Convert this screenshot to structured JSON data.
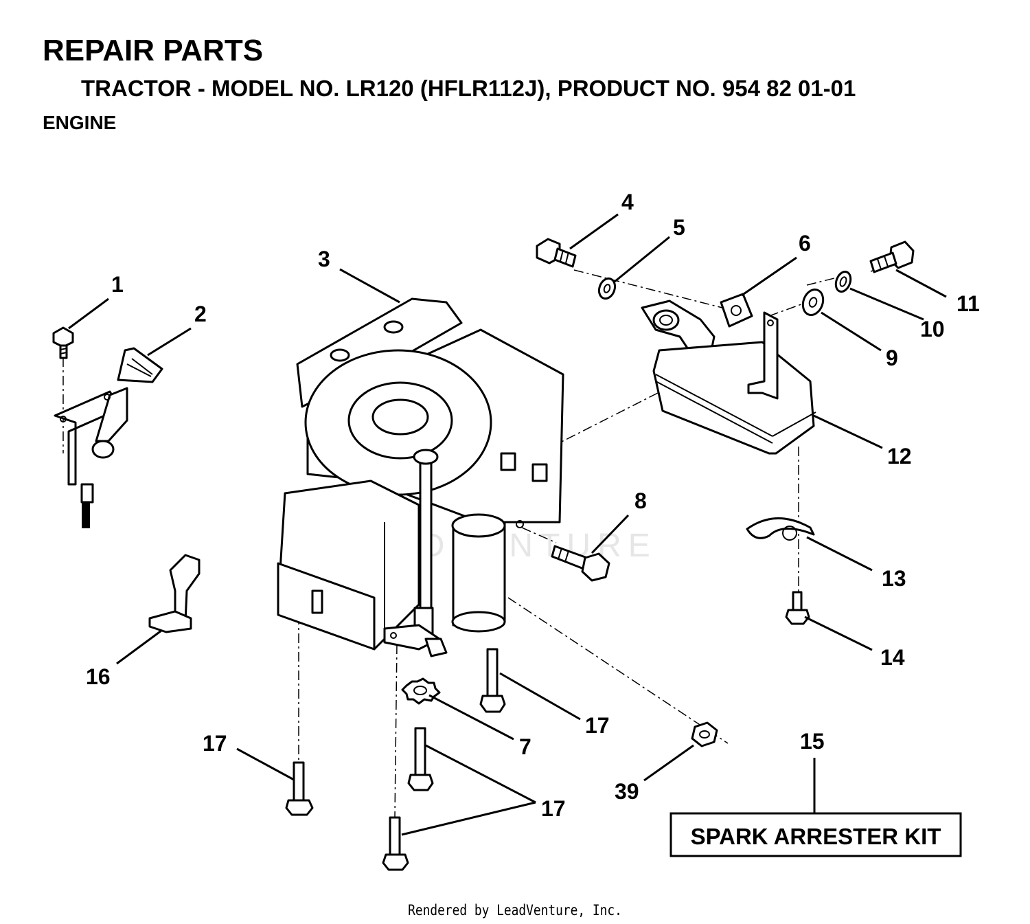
{
  "header": {
    "title": "REPAIR PARTS",
    "subtitle": "TRACTOR - MODEL NO. LR120 (HFLR112J), PRODUCT NO. 954 82 01-01",
    "section": "ENGINE"
  },
  "watermark": "LEADVENTURE",
  "callouts": [
    {
      "id": "c1",
      "label": "1"
    },
    {
      "id": "c2",
      "label": "2"
    },
    {
      "id": "c3",
      "label": "3"
    },
    {
      "id": "c4",
      "label": "4"
    },
    {
      "id": "c5",
      "label": "5"
    },
    {
      "id": "c6",
      "label": "6"
    },
    {
      "id": "c7",
      "label": "7"
    },
    {
      "id": "c8",
      "label": "8"
    },
    {
      "id": "c9",
      "label": "9"
    },
    {
      "id": "c10",
      "label": "10"
    },
    {
      "id": "c11",
      "label": "11"
    },
    {
      "id": "c12",
      "label": "12"
    },
    {
      "id": "c13",
      "label": "13"
    },
    {
      "id": "c14",
      "label": "14"
    },
    {
      "id": "c15",
      "label": "15"
    },
    {
      "id": "c16",
      "label": "16"
    },
    {
      "id": "c17a",
      "label": "17"
    },
    {
      "id": "c17b",
      "label": "17"
    },
    {
      "id": "c17c",
      "label": "17"
    },
    {
      "id": "c39",
      "label": "39"
    }
  ],
  "kit_box": {
    "label": "SPARK ARRESTER KIT"
  },
  "footer": "Rendered by LeadVenture, Inc."
}
